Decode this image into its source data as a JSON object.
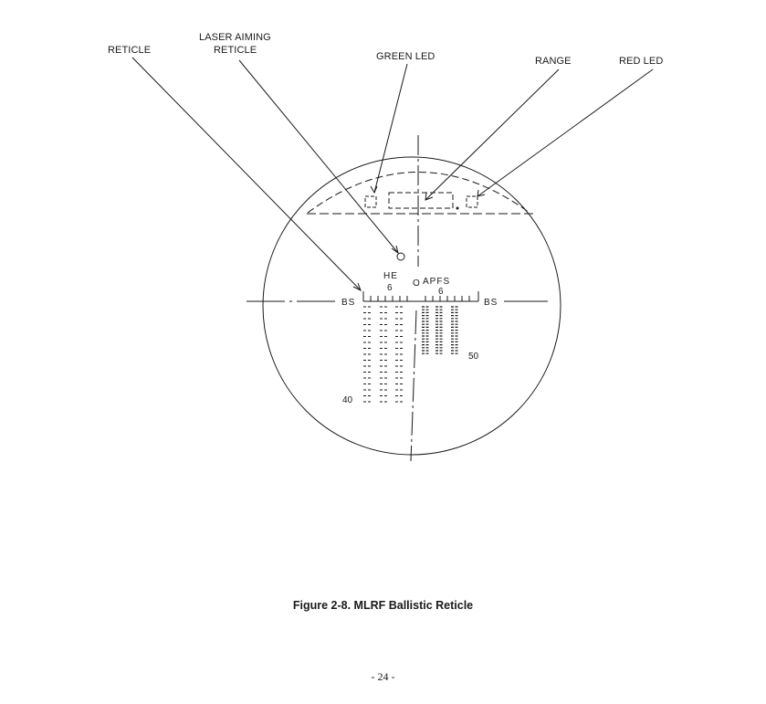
{
  "callouts": {
    "reticle": "RETICLE",
    "laser_aiming_line1": "LASER AIMING",
    "laser_aiming_line2": "RETICLE",
    "green_led": "GREEN LED",
    "range": "RANGE",
    "red_led": "RED LED"
  },
  "reticle_markings": {
    "he": "HE",
    "apfs": "APFS",
    "he_scale": "6",
    "apfs_scale": "6",
    "zero_mark": "O",
    "bs_left": "BS",
    "bs_right": "BS",
    "range_he": "40",
    "range_apfs": "50"
  },
  "caption": "Figure 2-8.  MLRF Ballistic Reticle",
  "page_number": "- 24 -"
}
